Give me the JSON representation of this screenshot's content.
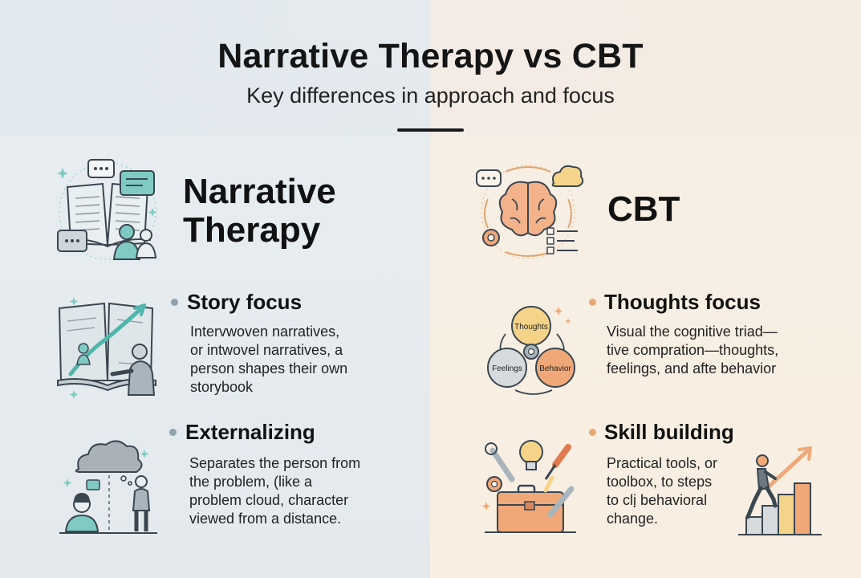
{
  "header": {
    "title": "Narrative Therapy vs CBT",
    "subtitle": "Key differences in approach and focus"
  },
  "colors": {
    "left_bg": "#e6ecef",
    "right_bg": "#f7efe3",
    "teal_accent": "#7fcbc4",
    "orange_accent": "#f0a878",
    "yellow_accent": "#f5d48a",
    "left_bullet": "#8fa3ad",
    "right_bullet": "#e8a878"
  },
  "left": {
    "heading_line1": "Narrative",
    "heading_line2": "Therapy",
    "items": [
      {
        "title": "Story focus",
        "lines": [
          "Intervwoven narratives,",
          "or intwovel narratives, a",
          "person shapes their own",
          "storybook"
        ]
      },
      {
        "title": "Externalizing",
        "lines": [
          "Separates the person from",
          "the problem, (like a",
          "problem cloud, character",
          "viewed from a distance."
        ]
      }
    ]
  },
  "right": {
    "heading": "CBT",
    "items": [
      {
        "title": "Thoughts focus",
        "lines": [
          "Visual the cognitive triad—",
          "tive compration—thoughts,",
          "feelings, and afte behavior"
        ]
      },
      {
        "title": "Skill building",
        "lines": [
          "Practical tools, or",
          "toolbox, to steps",
          "to cliฺ behavioral",
          "change."
        ]
      }
    ],
    "triad_labels": {
      "thoughts": "Thoughts",
      "feelings": "Feelings",
      "behavior": "Behavior"
    }
  }
}
